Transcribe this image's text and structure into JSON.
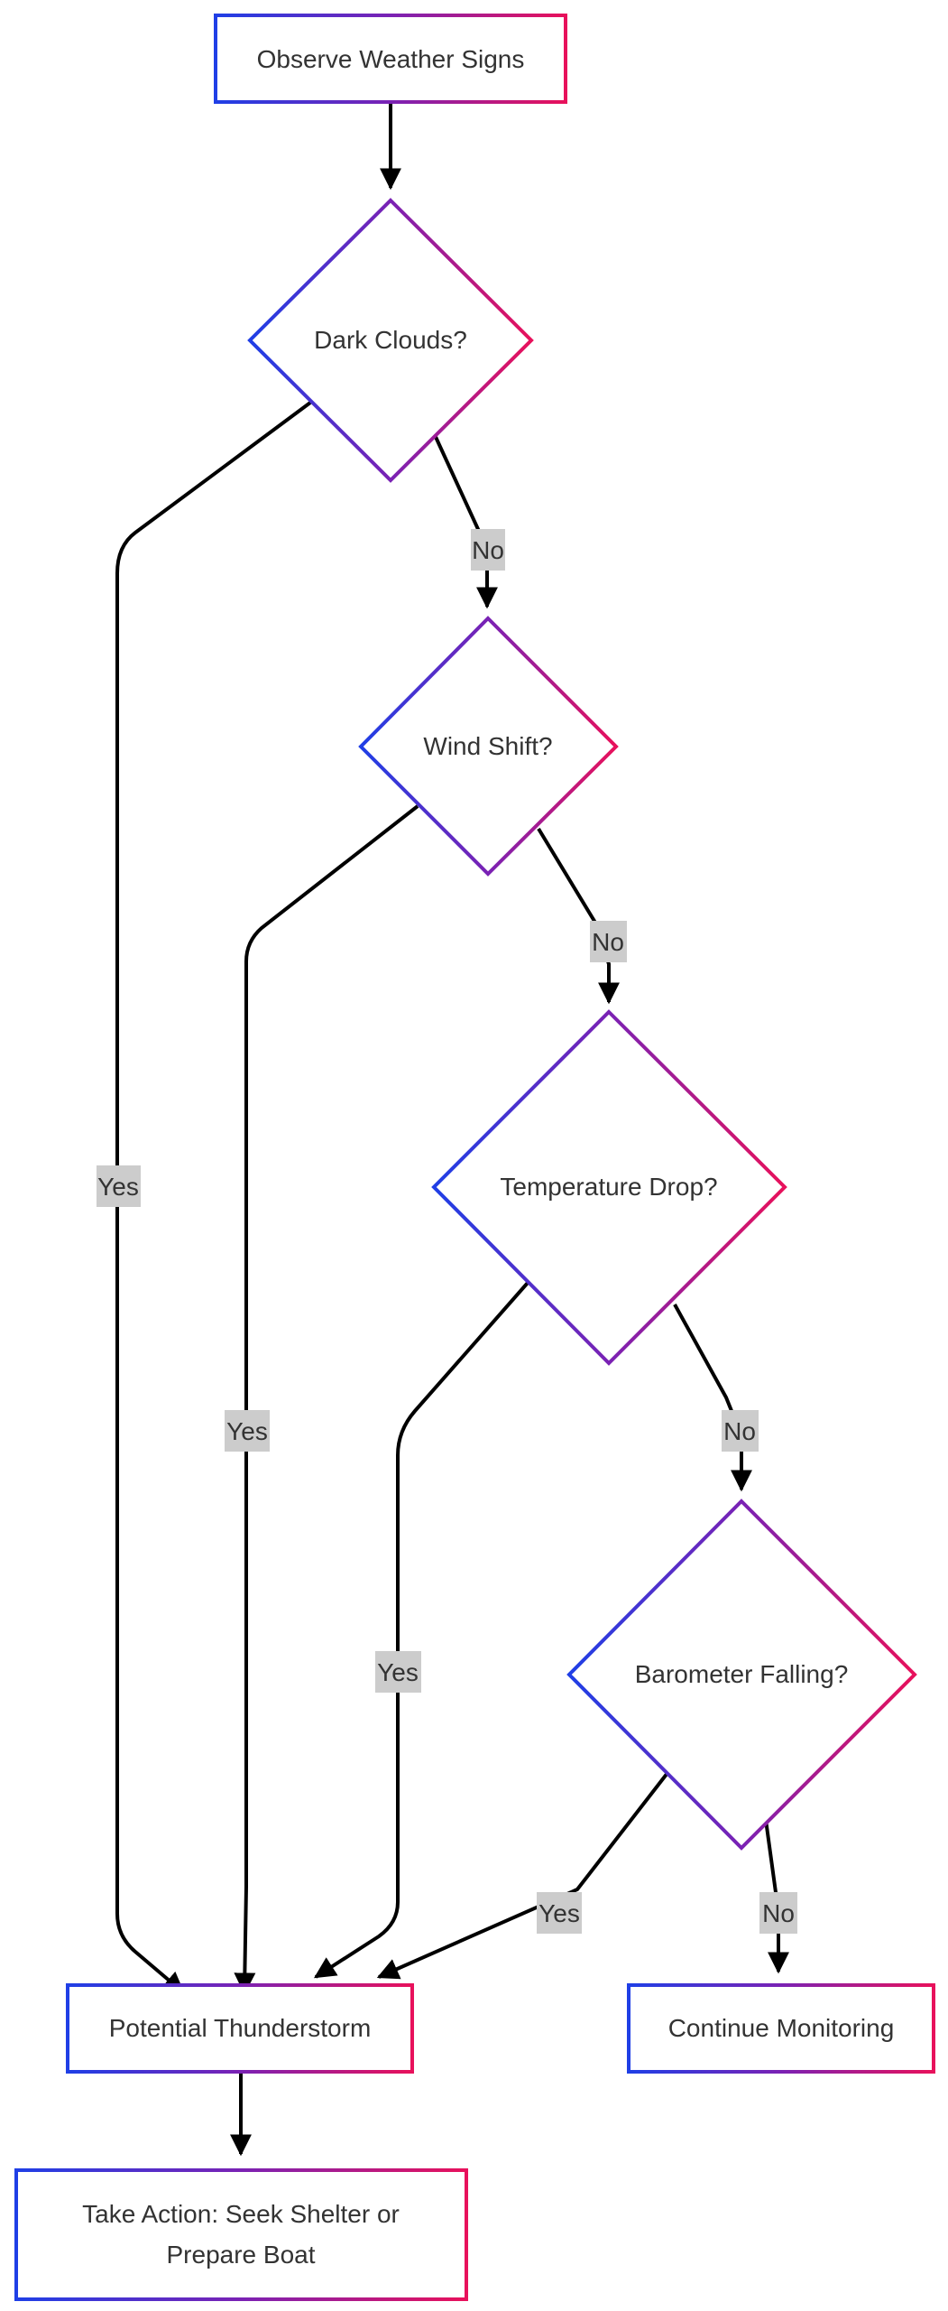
{
  "diagram": {
    "nodes": {
      "observe": "Observe Weather Signs",
      "dark_clouds": "Dark Clouds?",
      "wind_shift": "Wind Shift?",
      "temp_drop": "Temperature Drop?",
      "barometer": "Barometer Falling?",
      "thunderstorm": "Potential Thunderstorm",
      "continue": "Continue Monitoring",
      "action_line1": "Take Action: Seek Shelter or",
      "action_line2": "Prepare Boat"
    },
    "edge_labels": {
      "dark_yes": "Yes",
      "dark_no": "No",
      "wind_yes": "Yes",
      "wind_no": "No",
      "temp_yes": "Yes",
      "temp_no": "No",
      "baro_yes": "Yes",
      "baro_no": "No"
    }
  },
  "colors": {
    "border_start": "#1f3fe6",
    "border_mid": "#7a22b4",
    "border_end": "#e8115b",
    "edge": "#000000",
    "label_bg": "#cccccc",
    "text": "#333333"
  }
}
